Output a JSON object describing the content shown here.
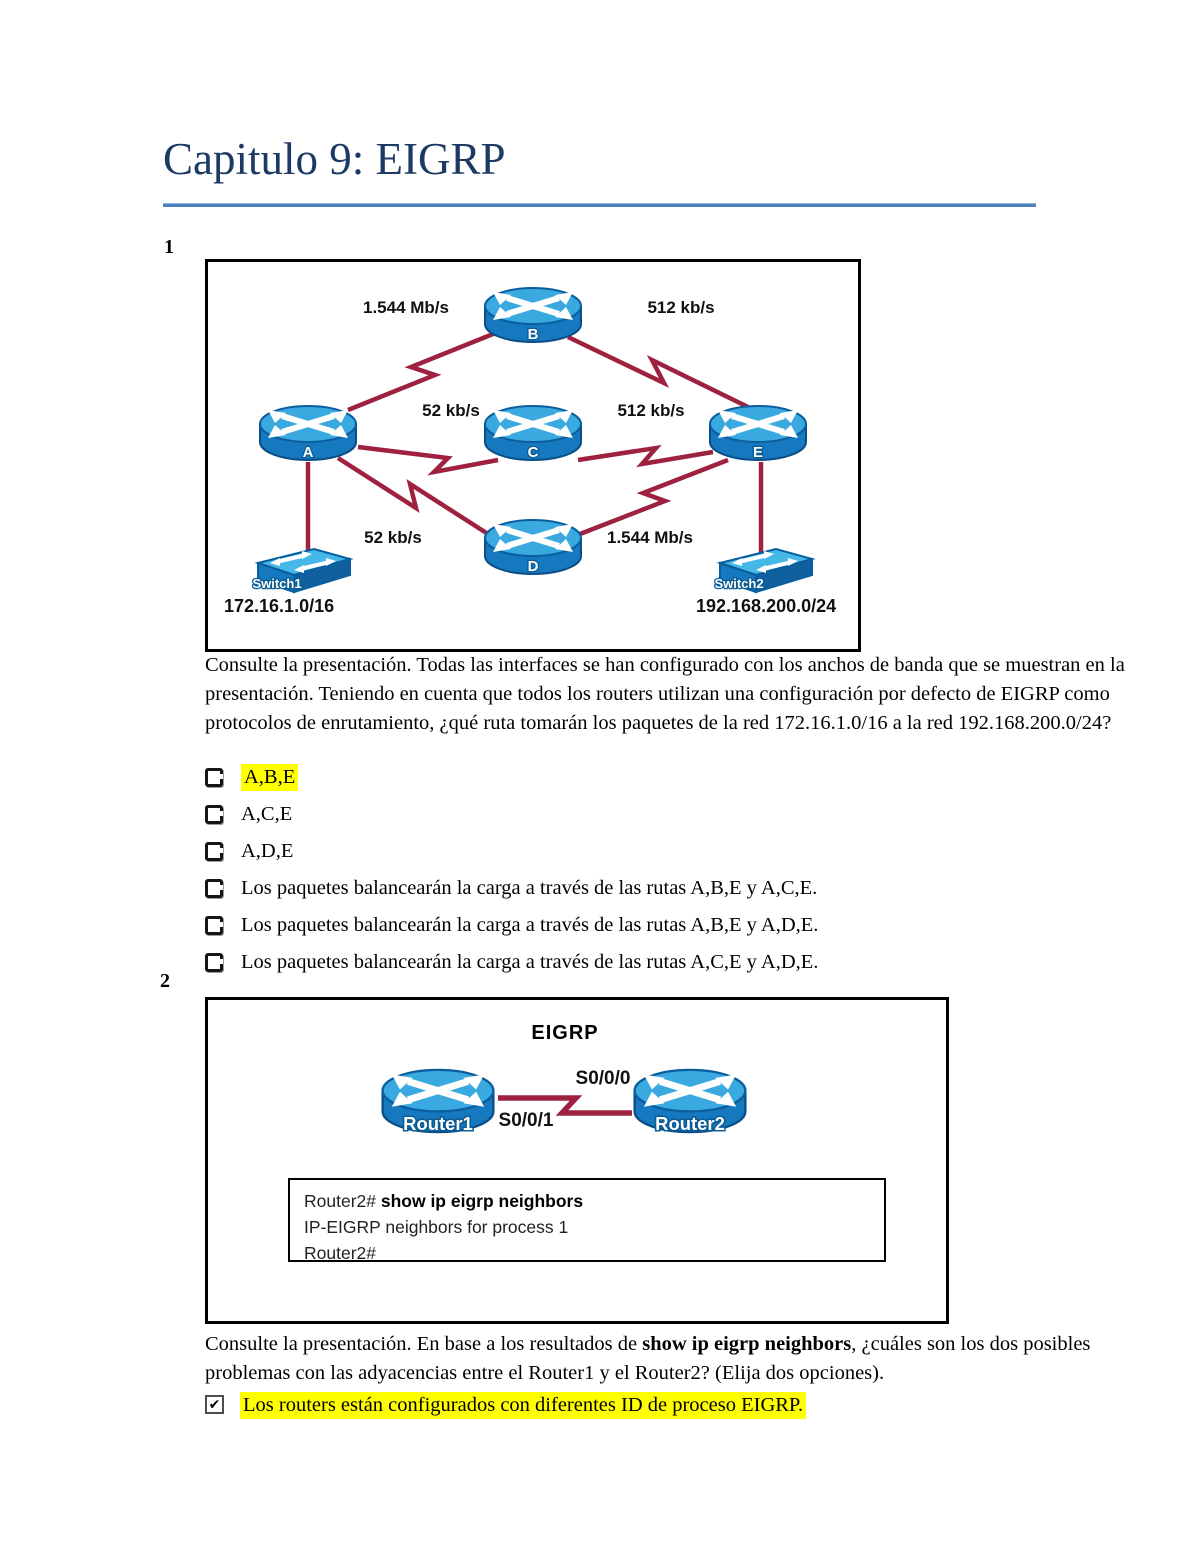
{
  "title": "Capitulo 9: EIGRP",
  "icons": {
    "check": "✔"
  },
  "colors": {
    "title_navy": "#1c3a63",
    "rule_blue": "#4f81bd",
    "highlight_yellow": "#ffff00",
    "serial_link_red": "#9e2140",
    "router_blue_top": "#3aa9e0",
    "router_blue_body": "#1678be"
  },
  "q1": {
    "num": "1",
    "diagram": {
      "routers": {
        "a": "A",
        "b": "B",
        "c": "C",
        "d": "D",
        "e": "E"
      },
      "switch1": "Switch1",
      "switch2": "Switch2",
      "net_left": "172.16.1.0/16",
      "net_right": "192.168.200.0/24",
      "link_labels": {
        "ab": "1.544 Mb/s",
        "be": "512 kb/s",
        "ac": "52 kb/s",
        "ce": "512 kb/s",
        "ad": "52 kb/s",
        "de": "1.544 Mb/s"
      }
    },
    "question": "Consulte la presentación. Todas las interfaces se han configurado con los anchos de banda que se muestran en la presentación. Teniendo en cuenta que todos los routers utilizan una configuración por defecto de EIGRP como protocolos de enrutamiento, ¿qué ruta tomarán los paquetes de la red 172.16.1.0/16 a la red 192.168.200.0/24?",
    "options": [
      {
        "label": "A,B,E",
        "highlighted": true
      },
      {
        "label": "A,C,E",
        "highlighted": false
      },
      {
        "label": "A,D,E",
        "highlighted": false
      },
      {
        "label": "Los paquetes balancearán la carga a través de las rutas A,B,E y A,C,E.",
        "highlighted": false
      },
      {
        "label": "Los paquetes balancearán la carga a través de las rutas A,B,E y A,D,E.",
        "highlighted": false
      },
      {
        "label": "Los paquetes balancearán la carga a través de las rutas A,C,E y A,D,E.",
        "highlighted": false
      }
    ]
  },
  "q2": {
    "num": "2",
    "diagram": {
      "title": "EIGRP",
      "router1": "Router1",
      "router2": "Router2",
      "if_top": "S0/0/0",
      "if_bottom": "S0/0/1",
      "console": {
        "prompt": "Router2# ",
        "command": "show ip eigrp neighbors",
        "line2": "IP-EIGRP neighbors for process 1",
        "line3": "Router2#"
      }
    },
    "question_pre": "Consulte la presentación. En base a los resultados de ",
    "question_bold": "show ip eigrp neighbors",
    "question_post": ", ¿cuáles son los dos posibles problemas con las adyacencias entre el Router1 y el Router2? (Elija dos opciones).",
    "answer_label": "Los routers están configurados con diferentes ID de proceso EIGRP.",
    "answer_checked": true
  }
}
